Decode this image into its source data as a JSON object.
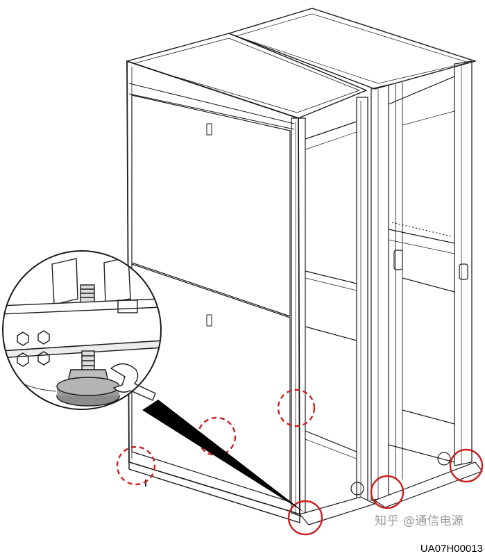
{
  "figure": {
    "code": "UA07H00013",
    "watermark": "知乎 @通信电源",
    "icons": [
      "cabinet-illustration",
      "leveling-foot-detail-icon",
      "wrench-icon",
      "dashed-circle-marker"
    ],
    "colors": {
      "line": "#1a1a1a",
      "highlight": "#cc1f1f",
      "foot": "#8c8c8c"
    }
  }
}
